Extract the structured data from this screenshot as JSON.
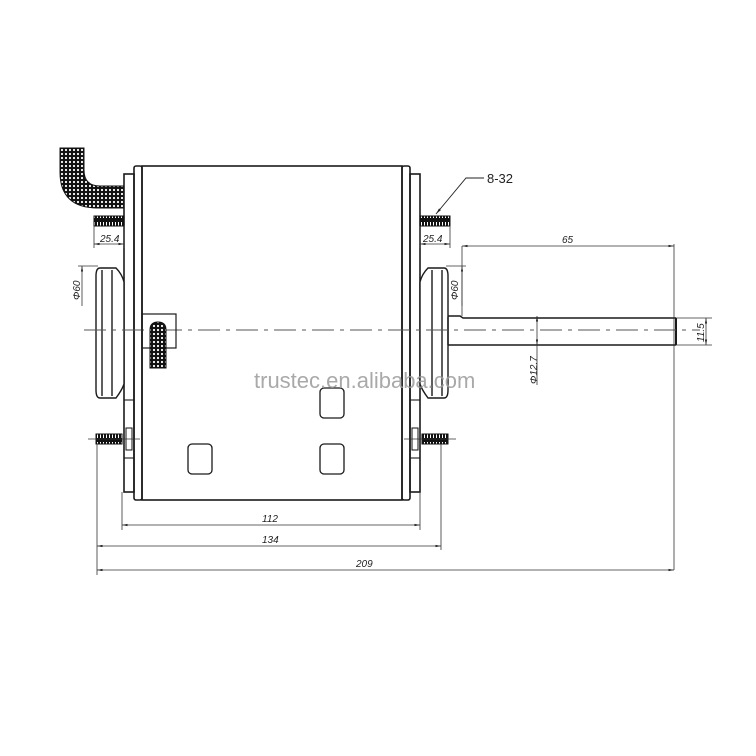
{
  "drawing": {
    "type": "motor-outline-technical-drawing",
    "colors": {
      "line": "#1a1a1a",
      "dim_line": "#333333",
      "watermark": "#9a9a9a",
      "background": "#ffffff"
    }
  },
  "callouts": {
    "thread_spec": "8-32"
  },
  "dimensions": {
    "stud_left_length": "25.4",
    "stud_right_length": "25.4",
    "bearing_left_diameter": "Φ60",
    "bearing_right_diameter": "Φ60",
    "shaft_length": "65",
    "shaft_diameter": "Φ12.7",
    "shaft_flat": "11.5",
    "body_length": "112",
    "overall_body_length": "134",
    "overall_length": "209"
  },
  "watermark": {
    "text": "trustec.en.alibaba.com"
  }
}
